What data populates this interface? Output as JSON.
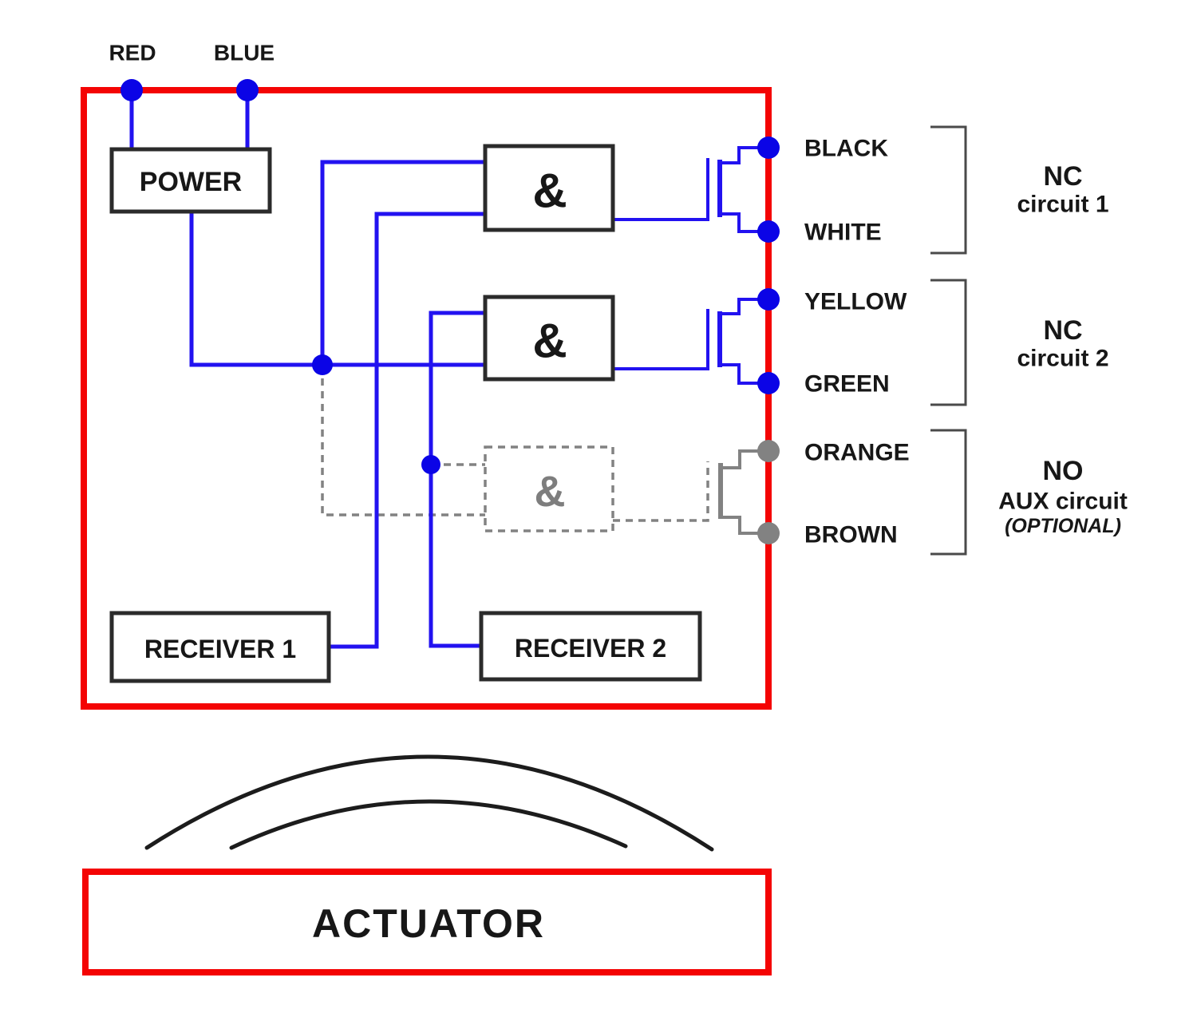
{
  "colors": {
    "enclosure_red": "#f40404",
    "wire_blue": "#2212f0",
    "dot_blue": "#0b04e6",
    "aux_gray": "#828282",
    "box_outline": "#2b2b2b",
    "text": "#171717"
  },
  "enclosure": {
    "top_terminals": [
      {
        "label": "RED"
      },
      {
        "label": "BLUE"
      }
    ],
    "power": {
      "label": "POWER"
    },
    "and_gates": [
      {
        "label": "&"
      },
      {
        "label": "&"
      },
      {
        "label": "&"
      }
    ],
    "receivers": [
      {
        "label": "RECEIVER 1"
      },
      {
        "label": "RECEIVER 2"
      }
    ],
    "output_wires": [
      {
        "label": "BLACK"
      },
      {
        "label": "WHITE"
      },
      {
        "label": "YELLOW"
      },
      {
        "label": "GREEN"
      },
      {
        "label": "ORANGE"
      },
      {
        "label": "BROWN"
      }
    ],
    "circuit_groups": [
      {
        "lines": [
          "NC",
          "circuit 1"
        ]
      },
      {
        "lines": [
          "NC",
          "circuit 2"
        ]
      },
      {
        "lines": [
          "NO",
          "AUX circuit",
          "(OPTIONAL)"
        ]
      }
    ]
  },
  "actuator": {
    "label": "ACTUATOR"
  }
}
